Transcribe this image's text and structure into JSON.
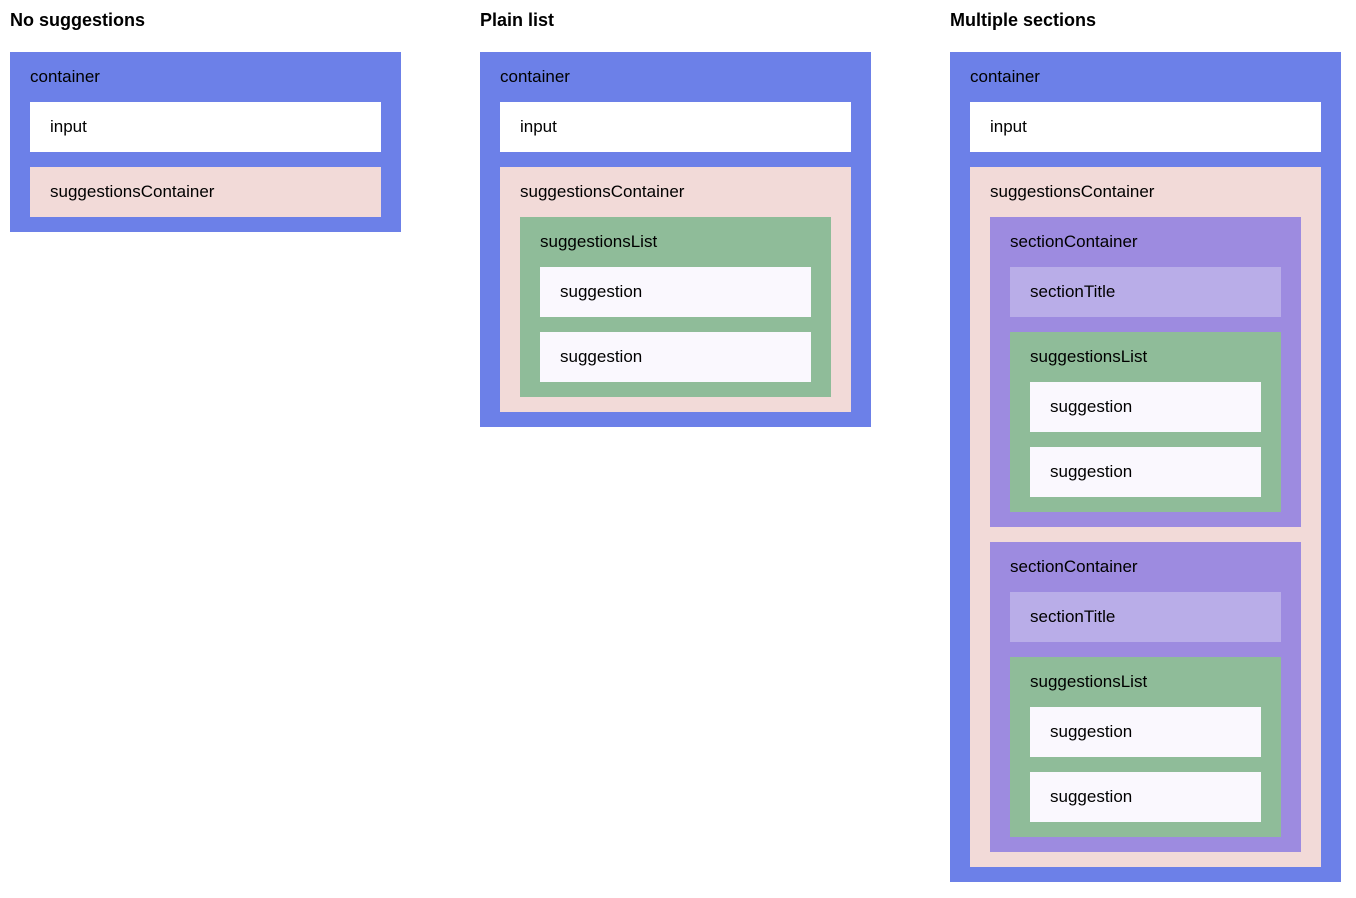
{
  "colors": {
    "container_bg": "#6C80E8",
    "input_bg": "#FFFFFF",
    "suggestions_container_bg": "#F2DAD8",
    "suggestions_list_bg": "#8FBC99",
    "suggestion_bg": "#FAF8FE",
    "section_container_bg": "#9D8BE0",
    "section_title_bg": "#B9ADE8",
    "text": "#000000",
    "page_bg": "#FFFFFF"
  },
  "columns": [
    {
      "heading": "No suggestions",
      "container": {
        "label": "container",
        "input": {
          "label": "input"
        },
        "suggestionsContainer": {
          "label": "suggestionsContainer"
        }
      }
    },
    {
      "heading": "Plain list",
      "container": {
        "label": "container",
        "input": {
          "label": "input"
        },
        "suggestionsContainer": {
          "label": "suggestionsContainer",
          "suggestionsList": {
            "label": "suggestionsList",
            "suggestions": [
              {
                "label": "suggestion"
              },
              {
                "label": "suggestion"
              }
            ]
          }
        }
      }
    },
    {
      "heading": "Multiple sections",
      "container": {
        "label": "container",
        "input": {
          "label": "input"
        },
        "suggestionsContainer": {
          "label": "suggestionsContainer",
          "sections": [
            {
              "label": "sectionContainer",
              "sectionTitle": {
                "label": "sectionTitle"
              },
              "suggestionsList": {
                "label": "suggestionsList",
                "suggestions": [
                  {
                    "label": "suggestion"
                  },
                  {
                    "label": "suggestion"
                  }
                ]
              }
            },
            {
              "label": "sectionContainer",
              "sectionTitle": {
                "label": "sectionTitle"
              },
              "suggestionsList": {
                "label": "suggestionsList",
                "suggestions": [
                  {
                    "label": "suggestion"
                  },
                  {
                    "label": "suggestion"
                  }
                ]
              }
            }
          ]
        }
      }
    }
  ]
}
